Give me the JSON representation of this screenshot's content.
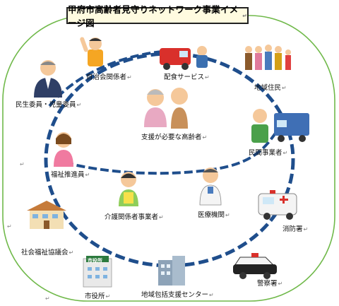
{
  "title": "甲府市高齢者見守りネットワーク事業イメージ図",
  "para_mark": "↵",
  "center": {
    "label": "支援が必要な高齢者"
  },
  "nodes": [
    {
      "key": "jichikai",
      "label": "自治会関係者",
      "icon": "waving-man-icon"
    },
    {
      "key": "haishoku",
      "label": "配食サービス",
      "icon": "delivery-van-icon"
    },
    {
      "key": "chiiki",
      "label": "地域住民",
      "icon": "residents-group-icon"
    },
    {
      "key": "minkan",
      "label": "民間事業者",
      "icon": "truck-driver-icon"
    },
    {
      "key": "shobo",
      "label": "消防署",
      "icon": "ambulance-icon"
    },
    {
      "key": "keisatsu",
      "label": "警察署",
      "icon": "police-car-icon"
    },
    {
      "key": "center",
      "label": "地域包括支援センター",
      "icon": "office-building-icon"
    },
    {
      "key": "shiyakusho",
      "label": "市役所",
      "icon": "city-hall-icon"
    },
    {
      "key": "shakyo",
      "label": "社会福祉協議会",
      "icon": "welfare-council-building-icon"
    },
    {
      "key": "fukushi",
      "label": "福祉推進員",
      "icon": "welfare-woman-icon"
    },
    {
      "key": "minsei",
      "label": "民生委員・児童委員",
      "icon": "suited-man-icon"
    },
    {
      "key": "kaigo",
      "label": "介護関係者事業者",
      "icon": "caregiver-icon"
    },
    {
      "key": "iryo",
      "label": "医療機関",
      "icon": "doctor-icon"
    }
  ],
  "city_hall_sign": "市役所",
  "colors": {
    "ring": "#1f4e8c",
    "outer": "#70b94a",
    "title_bg": "#fffbe0"
  }
}
